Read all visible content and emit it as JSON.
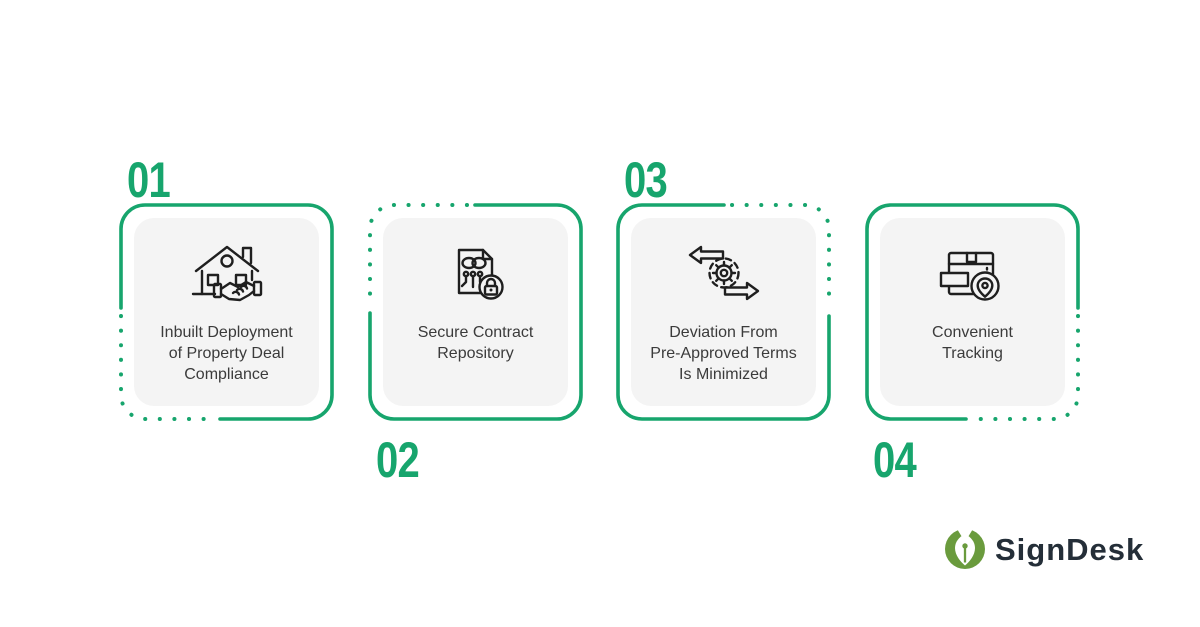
{
  "page": {
    "background": "#ffffff"
  },
  "theme": {
    "accent_green": "#17a56d",
    "panel_gray": "#f4f4f4",
    "icon_stroke": "#1f1f1f",
    "label_text": "#3b3b3b"
  },
  "cards": [
    {
      "number": "01",
      "number_position": "top",
      "dotted_corner": "bottom-left",
      "icon": "house-handshake-icon",
      "label_lines": [
        "Inbuilt Deployment",
        "of Property Deal",
        "Compliance"
      ]
    },
    {
      "number": "02",
      "number_position": "bottom",
      "dotted_corner": "top-left",
      "icon": "secure-document-lock-icon",
      "label_lines": [
        "Secure Contract",
        "Repository"
      ]
    },
    {
      "number": "03",
      "number_position": "top",
      "dotted_corner": "top-right",
      "icon": "process-arrows-gear-icon",
      "label_lines": [
        "Deviation From",
        "Pre-Approved Terms",
        "Is Minimized"
      ]
    },
    {
      "number": "04",
      "number_position": "bottom",
      "dotted_corner": "bottom-right",
      "icon": "package-tracking-pin-icon",
      "label_lines": [
        "Convenient",
        "Tracking"
      ]
    }
  ],
  "brand": {
    "name": "SignDesk",
    "logo_green": "#6a9b3d",
    "text_color": "#242e38"
  }
}
